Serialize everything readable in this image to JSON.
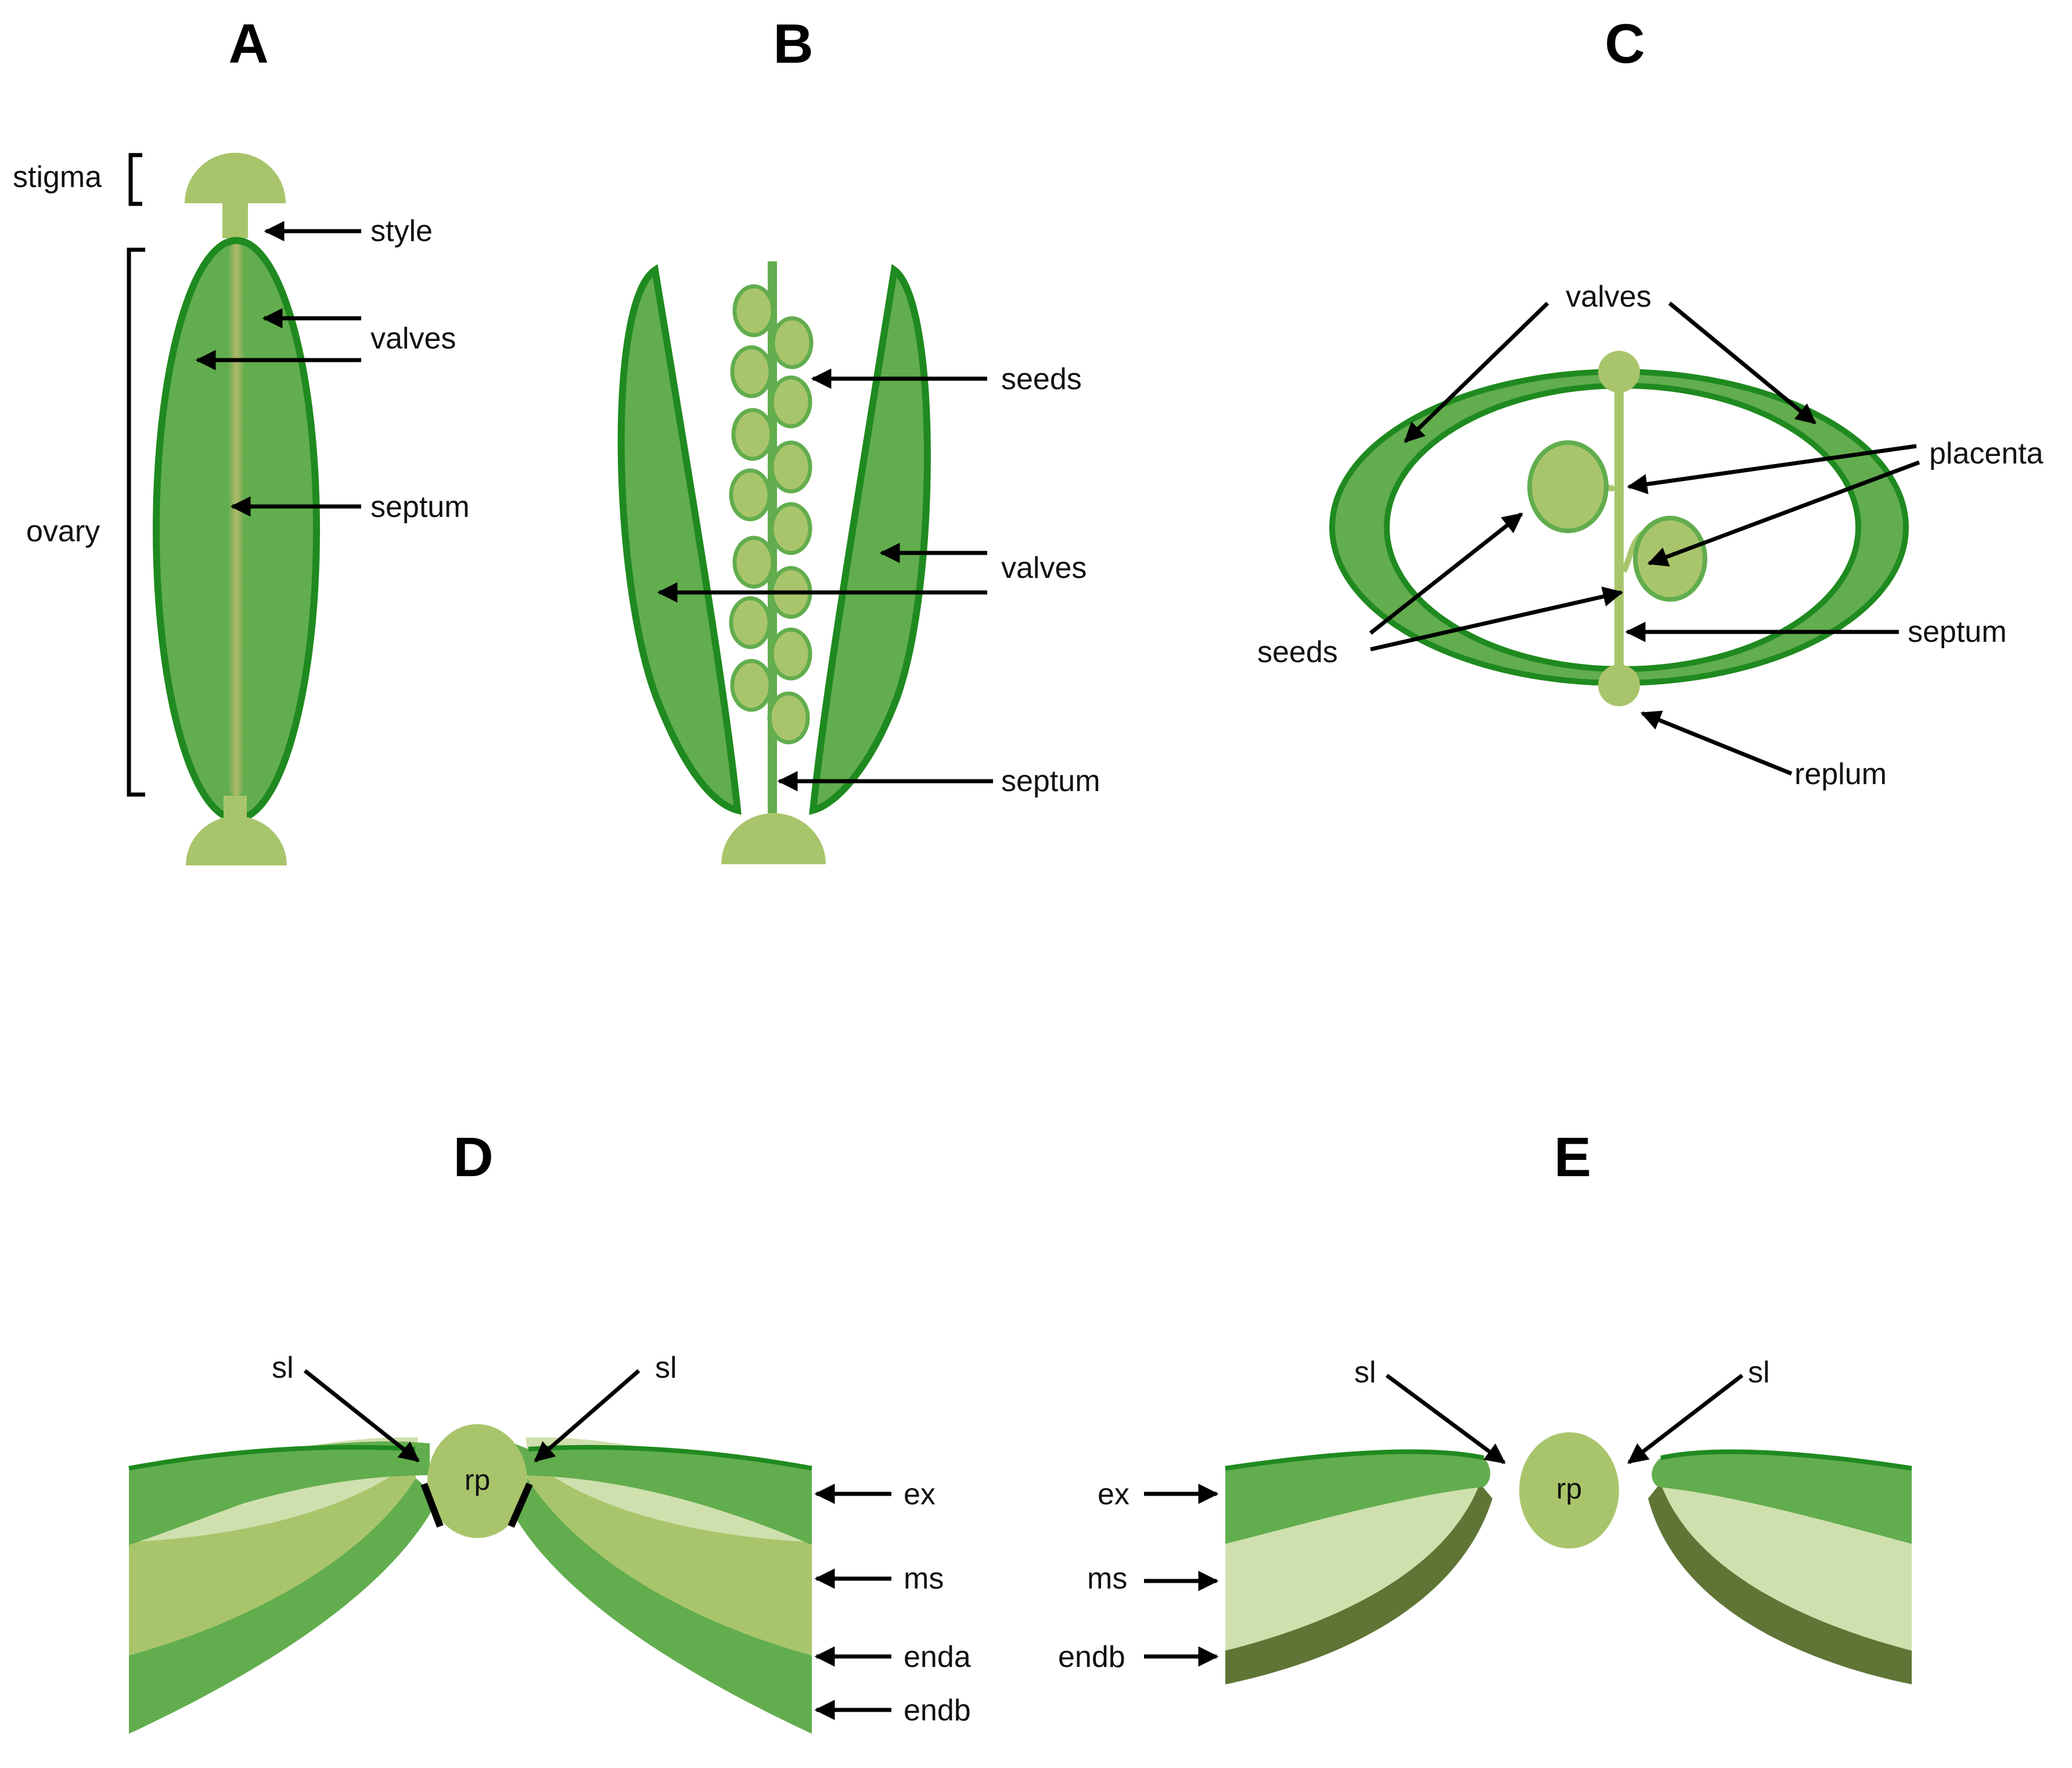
{
  "panels": {
    "a": "A",
    "b": "B",
    "c": "C",
    "d": "D",
    "e": "E"
  },
  "panel_a": {
    "stigma": "stigma",
    "style": "style",
    "valves": "valves",
    "septum": "septum",
    "ovary": "ovary"
  },
  "panel_b": {
    "seeds": "seeds",
    "valves": "valves",
    "septum": "septum"
  },
  "panel_c": {
    "valves": "valves",
    "placenta": "placenta",
    "septum": "septum",
    "seeds": "seeds",
    "replum": "replum"
  },
  "panel_d": {
    "sl_left": "sl",
    "sl_right": "sl",
    "rp": "rp",
    "ex": "ex",
    "ms": "ms",
    "enda": "enda",
    "endb": "endb"
  },
  "panel_e": {
    "sl_left": "sl",
    "sl_right": "sl",
    "rp": "rp",
    "ex": "ex",
    "ms": "ms",
    "endb": "endb"
  },
  "colors": {
    "dark_green": "#1f8a1f",
    "mid_green": "#62ad4e",
    "light_green": "#a9c56b",
    "pale_green": "#cfe0ae",
    "olive": "#5f7535"
  }
}
